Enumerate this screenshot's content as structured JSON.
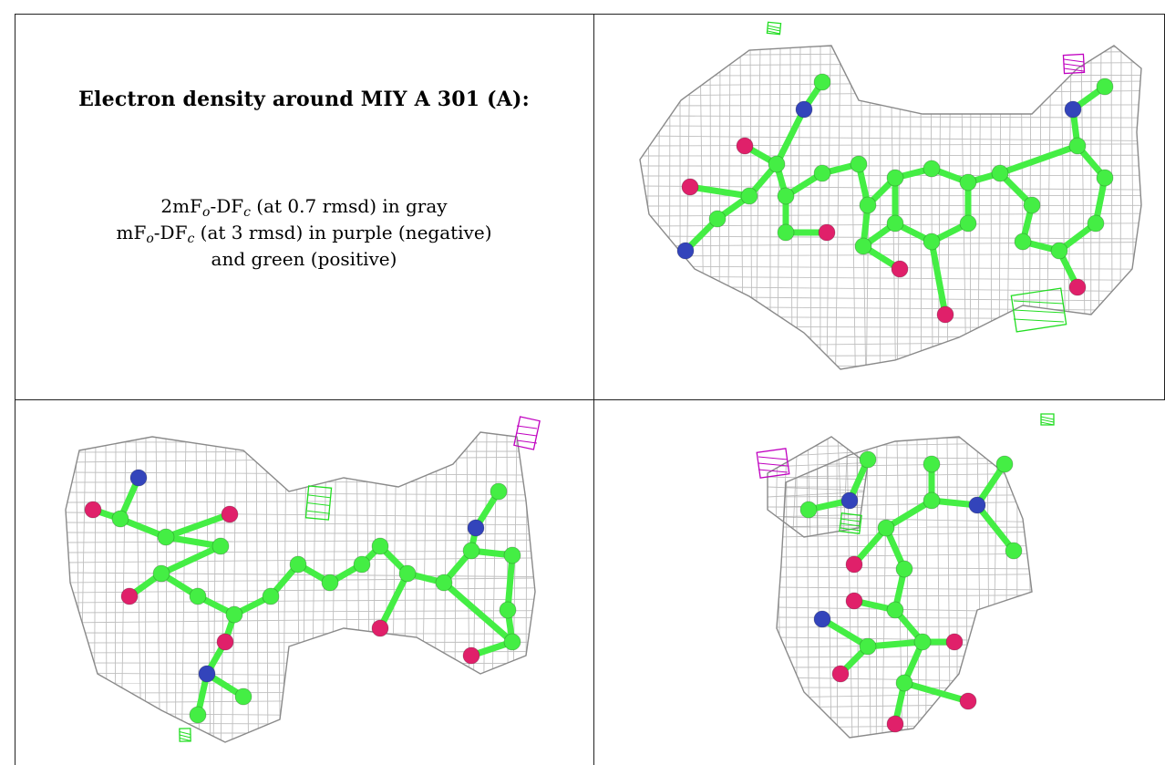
{
  "panel": {
    "title": "Electron density around MIY A 301 (A):",
    "legend_lines": [
      {
        "pre": "2mF",
        "sub1": "o",
        "mid": "-DF",
        "sub2": "c",
        "post": " (at 0.7 rmsd) in gray"
      },
      {
        "pre": "mF",
        "sub1": "o",
        "mid": "-DF",
        "sub2": "c",
        "post": " (at 3 rmsd) in purple (negative)"
      },
      {
        "text": "and green (positive)"
      }
    ]
  },
  "colors": {
    "mesh_2fofc": "#8a8a8a",
    "mesh_negative": "#c000c0",
    "mesh_positive": "#22dd22",
    "carbon": "#44ee44",
    "nitrogen": "#3344bb",
    "oxygen": "#e0206a"
  },
  "views": [
    "top-right",
    "bottom-left",
    "bottom-right"
  ]
}
